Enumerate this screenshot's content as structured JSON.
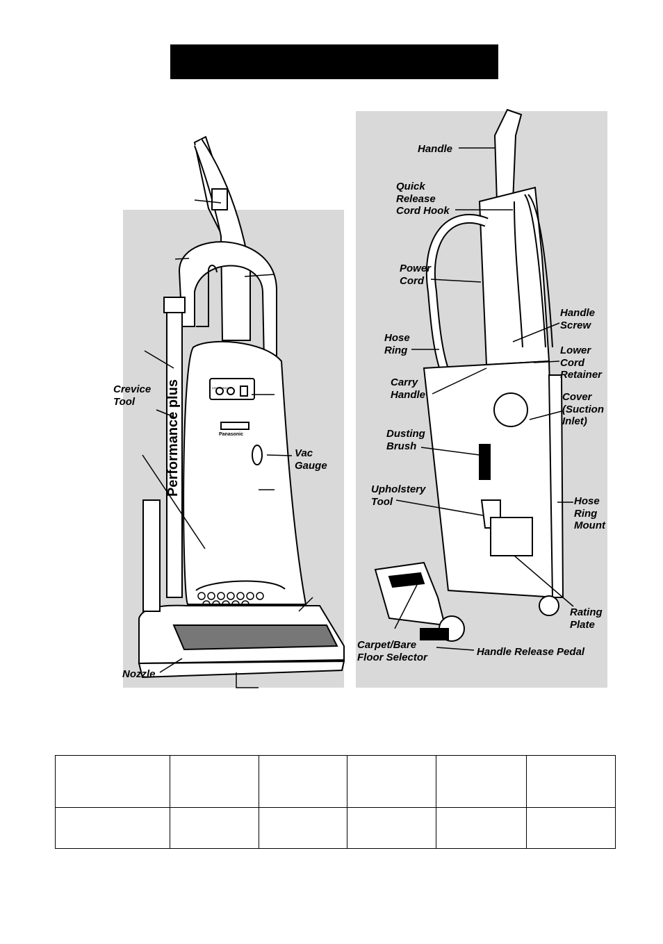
{
  "title_bar": {
    "text": ""
  },
  "left_view_labels": {
    "crevice_tool": "Crevice\nTool",
    "vac_gauge": "Vac\nGauge",
    "nozzle": "Nozzle",
    "brand": "Panasonic",
    "model_badge": "Performance plus",
    "dirt_sensor": "DIRT SENSOR"
  },
  "right_view_labels": {
    "handle": "Handle",
    "quick_release_cord_hook": "Quick\nRelease\nCord Hook",
    "power_cord": "Power\nCord",
    "handle_screw": "Handle\nScrew",
    "hose_ring": "Hose\nRing",
    "lower_cord_retainer": "Lower\nCord\nRetainer",
    "carry_handle": "Carry\nHandle",
    "cover_suction_inlet": "Cover\n(Suction\nInlet)",
    "dusting_brush": "Dusting\nBrush",
    "upholstery_tool": "Upholstery\nTool",
    "hose_ring_mount": "Hose\nRing\nMount",
    "rating_plate": "Rating\nPlate",
    "carpet_bare_floor_selector": "Carpet/Bare\nFloor Selector",
    "handle_release_pedal": "Handle Release Pedal"
  },
  "specs_table": {
    "rows": [
      [
        "",
        "",
        "",
        "",
        "",
        ""
      ],
      [
        "",
        "",
        "",
        "",
        "",
        ""
      ]
    ]
  }
}
